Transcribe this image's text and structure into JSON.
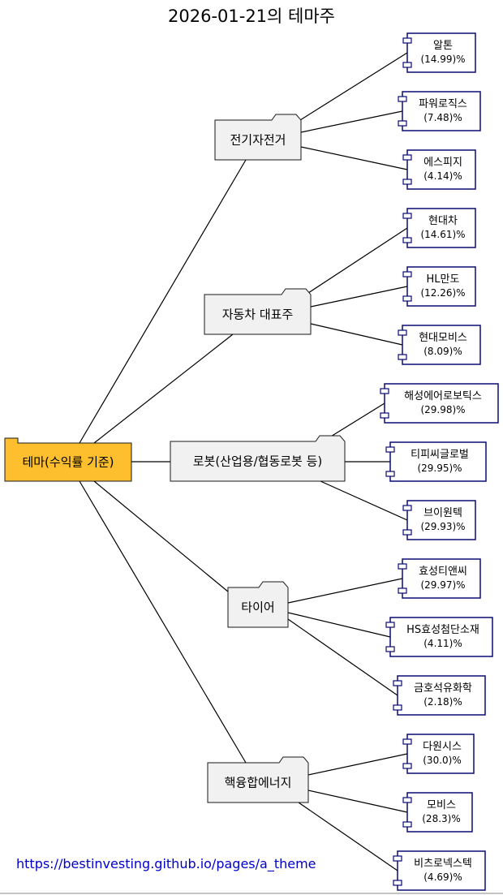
{
  "title": "2026-01-21의 테마주",
  "root": {
    "label": "테마(수익률 기준)",
    "color": "#fdbf2d"
  },
  "themes": [
    {
      "name": "전기자전거",
      "stocks": [
        {
          "name": "알톤",
          "value": "(14.99)%"
        },
        {
          "name": "파워로직스",
          "value": "(7.48)%"
        },
        {
          "name": "에스피지",
          "value": "(4.14)%"
        }
      ]
    },
    {
      "name": "자동차 대표주",
      "stocks": [
        {
          "name": "현대차",
          "value": "(14.61)%"
        },
        {
          "name": "HL만도",
          "value": "(12.26)%"
        },
        {
          "name": "현대모비스",
          "value": "(8.09)%"
        }
      ]
    },
    {
      "name": "로봇(산업용/협동로봇 등)",
      "stocks": [
        {
          "name": "해성에어로보틱스",
          "value": "(29.98)%"
        },
        {
          "name": "티피씨글로벌",
          "value": "(29.95)%"
        },
        {
          "name": "브이원텍",
          "value": "(29.93)%"
        }
      ]
    },
    {
      "name": "타이어",
      "stocks": [
        {
          "name": "효성티앤씨",
          "value": "(29.97)%"
        },
        {
          "name": "HS효성첨단소재",
          "value": "(4.11)%"
        },
        {
          "name": "금호석유화학",
          "value": "(2.18)%"
        }
      ]
    },
    {
      "name": "핵융합에너지",
      "stocks": [
        {
          "name": "다원시스",
          "value": "(30.0)%"
        },
        {
          "name": "모비스",
          "value": "(28.3)%"
        },
        {
          "name": "비츠로넥스텍",
          "value": "(4.69)%"
        }
      ]
    }
  ],
  "footer": {
    "link_text": "https://bestinvesting.github.io/pages/a_theme"
  }
}
